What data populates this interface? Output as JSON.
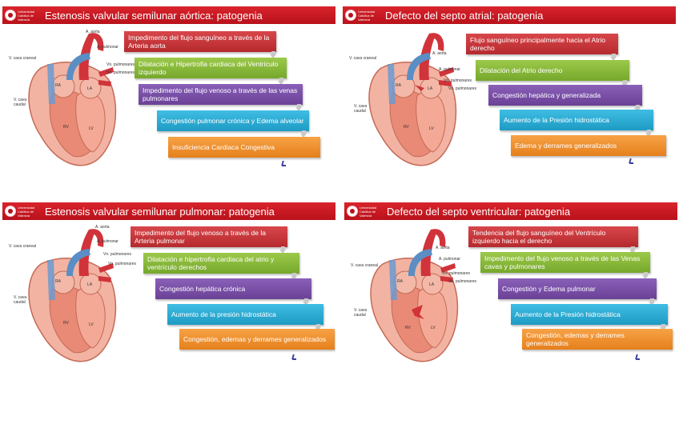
{
  "logo_text": "Universidad Católica de Valencia",
  "colors": {
    "red": "#c4302f",
    "green": "#86b83b",
    "purple": "#7a50a8",
    "cyan": "#2aaed7",
    "orange": "#ef922f",
    "header": "#c8161f"
  },
  "labels": {
    "aorta": "A. aorta",
    "pulmonar": "A. pulmonar",
    "vn_pulm": "Vn. pulmonares",
    "vcava_craneal": "V. cava craneal",
    "vcava_caudal_1": "V. cava",
    "vcava_caudal_2": "caudal",
    "ra": "RA",
    "la": "LA",
    "rv": "RV",
    "lv": "LV"
  },
  "slides": [
    {
      "title": "Estenosis valvular semilunar aórtica: patogenia",
      "steps": [
        {
          "text": "Impedimento del flujo sanguíneo a través de la Arteria aorta",
          "color": "red"
        },
        {
          "text": "Dilatación e Hipertrofia cardiaca del Ventrículo izquierdo",
          "color": "green"
        },
        {
          "text": "Impedimento del flujo venoso a través de las venas pulmonares",
          "color": "purple"
        },
        {
          "text": "Congestión pulmonar crónica y Edema alveolar",
          "color": "cyan"
        },
        {
          "text": "Insuficiencia Cardiaca Congestiva",
          "color": "orange"
        }
      ]
    },
    {
      "title": "Defecto del septo atrial: patogenia",
      "steps": [
        {
          "text": "Flujo sanguíneo principalmente hacia el Atrio derecho",
          "color": "red"
        },
        {
          "text": "Dilatación del Atrio derecho",
          "color": "green"
        },
        {
          "text": "Congestión hepática y generalizada",
          "color": "purple"
        },
        {
          "text": "Aumento de la Presión hidrostática",
          "color": "cyan"
        },
        {
          "text": "Edema y derrames generalizados",
          "color": "orange"
        }
      ]
    },
    {
      "title": "Estenosis valvular semilunar pulmonar: patogenia",
      "steps": [
        {
          "text": "Impedimento del flujo venoso a través de la Arteria pulmonar",
          "color": "red"
        },
        {
          "text": "Dilatación e hipertrofia cardiaca del atrio y ventrículo derechos",
          "color": "green"
        },
        {
          "text": "Congestión hepática crónica",
          "color": "purple"
        },
        {
          "text": "Aumento de la presión hidrostática",
          "color": "cyan"
        },
        {
          "text": "Congestión, edemas y derrames generalizados",
          "color": "orange"
        }
      ]
    },
    {
      "title": "Defecto del septo ventricular: patogenia",
      "steps": [
        {
          "text": "Tendencia del flujo sanguíneo del Ventrículo izquierdo hacia el derecho",
          "color": "red"
        },
        {
          "text": "Impedimento del flujo venoso a través de las Venas cavas y pulmonares",
          "color": "green"
        },
        {
          "text": "Congestión y Edema pulmonar",
          "color": "purple"
        },
        {
          "text": "Aumento de la Presión hidrostática",
          "color": "cyan"
        },
        {
          "text": "Congestión, edemas y derrames generalizados",
          "color": "orange"
        }
      ]
    }
  ]
}
